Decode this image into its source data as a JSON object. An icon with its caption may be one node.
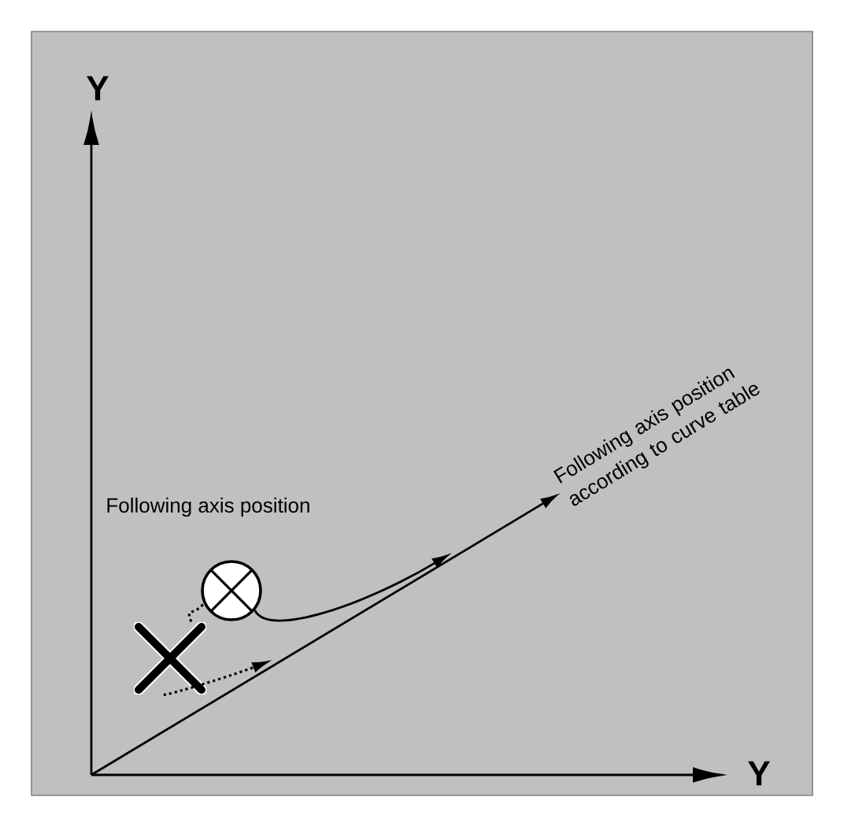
{
  "diagram": {
    "nodes": [
      {
        "text": [
          "Following axis position according to curve table"
        ]
      },
      {
        "text": [],
        "shape": "cross"
      },
      {
        "text": [],
        "shape": "circle"
      }
    ],
    "edges": [
      {
        "from": null,
        "to": 0,
        "arrow": "to"
      },
      {
        "from": 1,
        "to": 2,
        "arrow": "none",
        "style": "dashed"
      },
      {
        "from": 1,
        "to": null,
        "arrow": "to",
        "style": "dashed"
      },
      {
        "from": 2,
        "to": null,
        "arrow": "to"
      }
    ],
    "labels": [
      "Y",
      "Following axis position",
      "Y"
    ]
  }
}
